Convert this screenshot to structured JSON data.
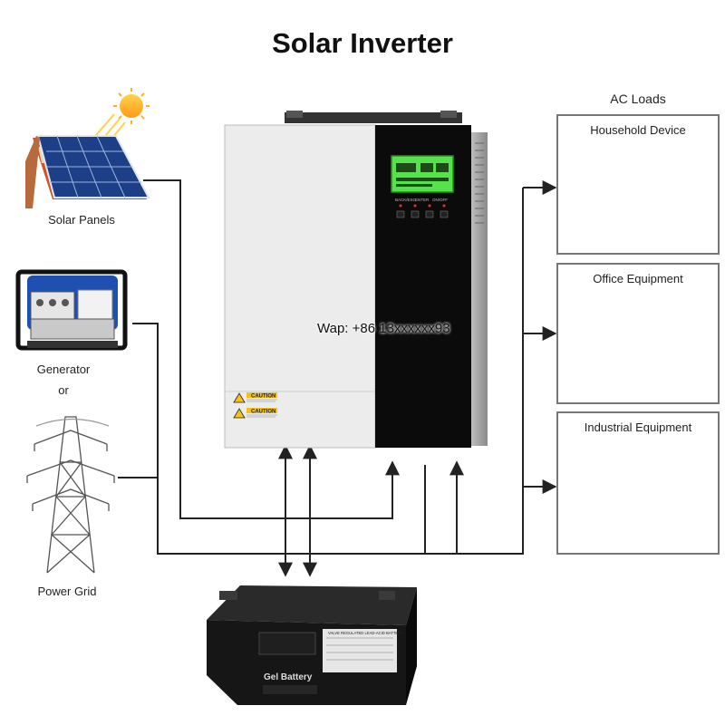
{
  "title": "Solar Inverter",
  "sources": {
    "solar": "Solar Panels",
    "generator": "Generator",
    "or": "or",
    "grid": "Power Grid"
  },
  "ac_loads": {
    "heading": "AC Loads",
    "household": "Household Device",
    "office": "Office Equipment",
    "industrial": "Industrial Equipment"
  },
  "inverter": {
    "caution_1": "CAUTION",
    "caution_2": "CAUTION",
    "lcd_labels": [
      "BACK/ESC",
      "ENTER",
      "ON/OFF"
    ]
  },
  "battery": {
    "label": "Gel Battery",
    "top_text": "VALVE REGULATED LEAD-ACID BATTERY"
  },
  "watermark": "Wap: +86 13xxxxxx93",
  "colors": {
    "line": "#222222",
    "panel_border": "#777777",
    "inverter_white": "#ececec",
    "inverter_black": "#0b0b0b",
    "lcd_green": "#56e24a"
  }
}
